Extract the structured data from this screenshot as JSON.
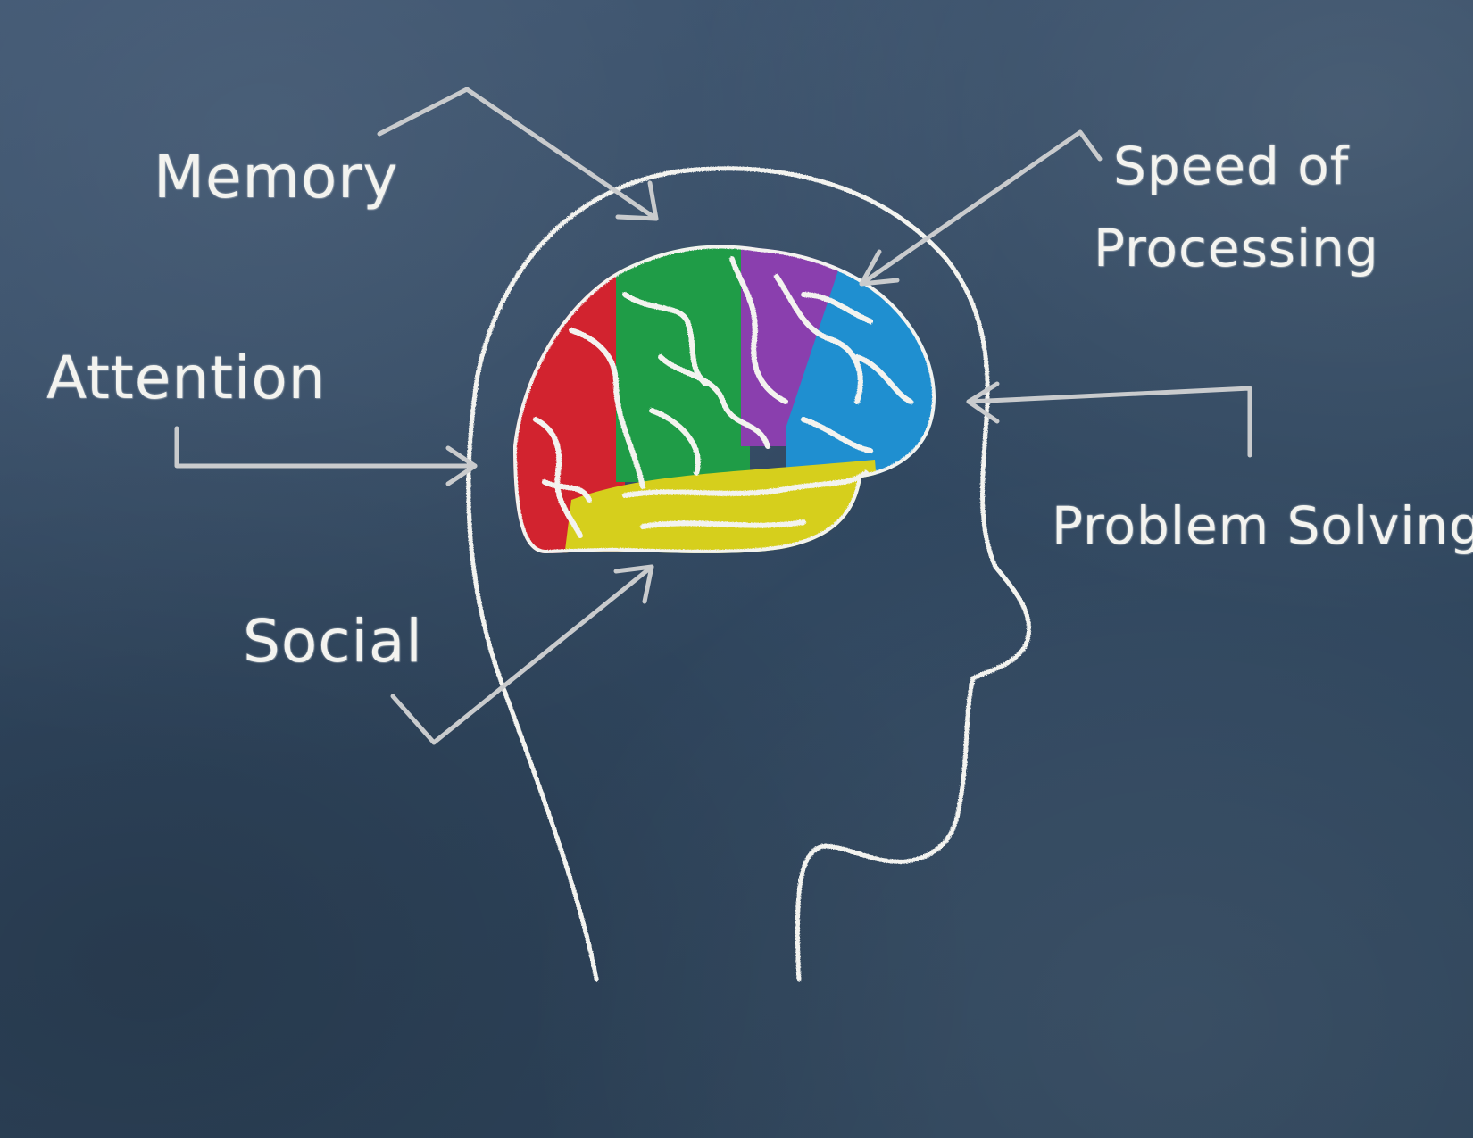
{
  "labels": {
    "memory": "Memory",
    "speed_line1": "Speed of",
    "speed_line2": "Processing",
    "attention": "Attention",
    "problem_solving": "Problem Solving",
    "social": "Social"
  },
  "colors": {
    "board": "#34495f",
    "chalk": "#f3f3ef",
    "arrow": "#c9cbcd",
    "lobe_red": "#d2232f",
    "lobe_green": "#1f9c47",
    "lobe_purple": "#8a3fae",
    "lobe_blue": "#1f8fd0",
    "lobe_yellow": "#d6cf1c"
  }
}
